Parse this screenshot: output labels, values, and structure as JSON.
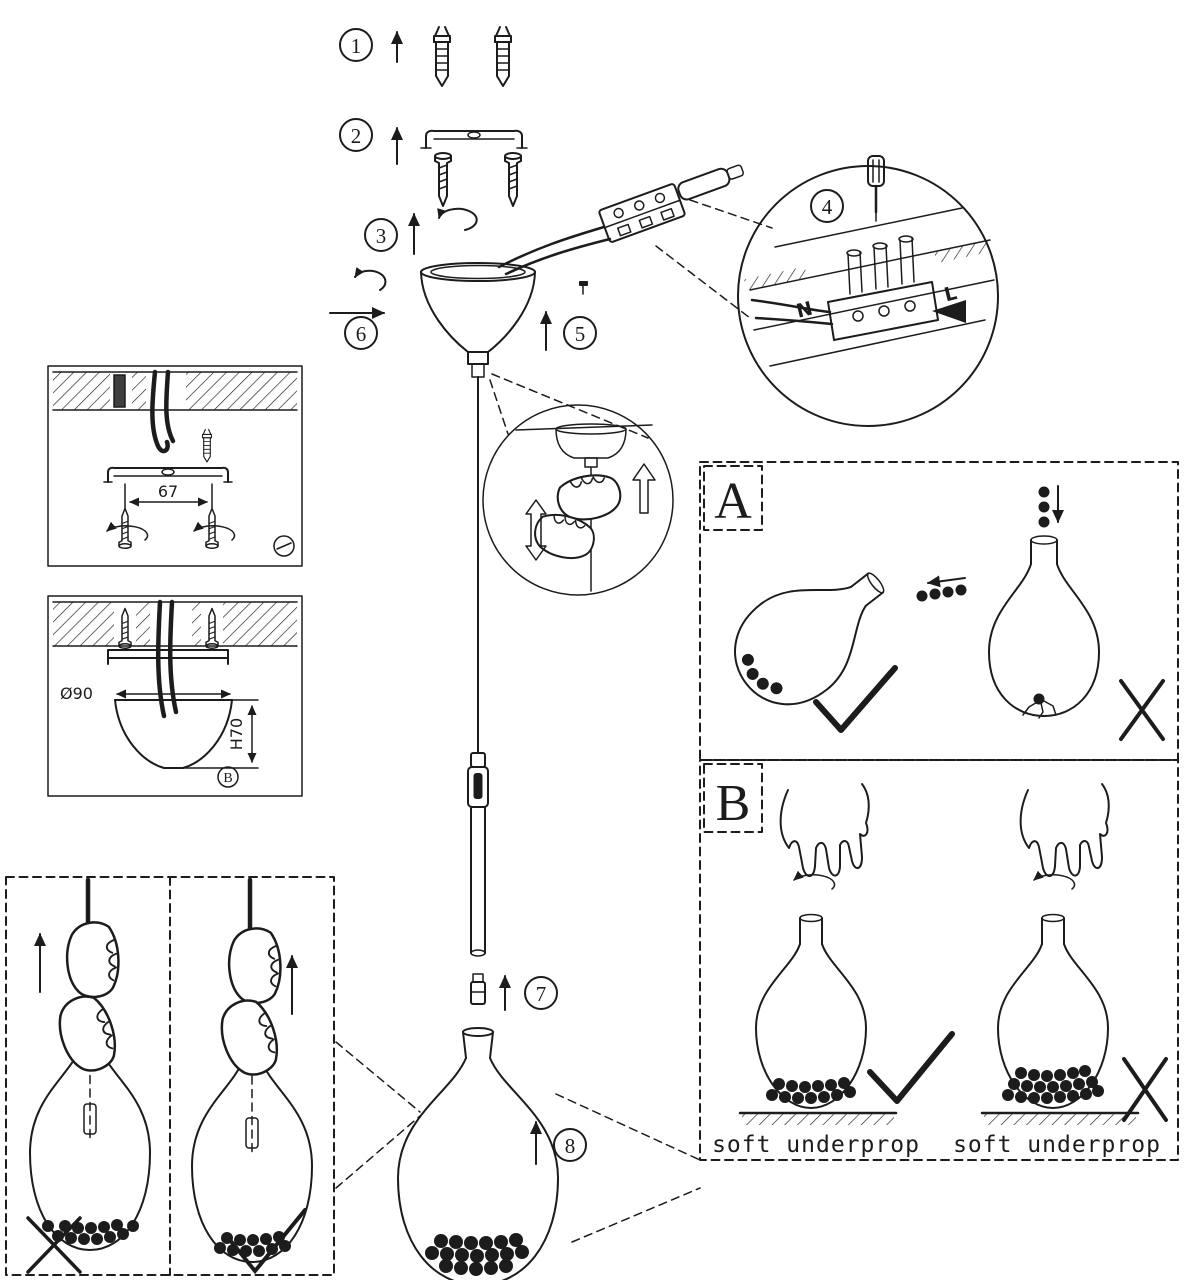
{
  "figure": {
    "kind": "pendant-lamp-assembly-instructions"
  },
  "steps": {
    "s1": "1",
    "s2": "2",
    "s3": "3",
    "s4": "4",
    "s5": "5",
    "s6": "6",
    "s7": "7",
    "s8": "8"
  },
  "panels": {
    "a": "A",
    "b": "B"
  },
  "dims": {
    "bracket_spacing": "67",
    "canopy_diameter": "Ø90",
    "canopy_height": "H70"
  },
  "terminal": {
    "left": "N",
    "right": "L"
  },
  "captions": {
    "soft_left": "soft underprop",
    "soft_right": "soft underprop"
  },
  "callouts": {
    "detail_b": "B"
  },
  "colors": {
    "ink": "#1c1c1c",
    "bg": "#ffffff"
  }
}
